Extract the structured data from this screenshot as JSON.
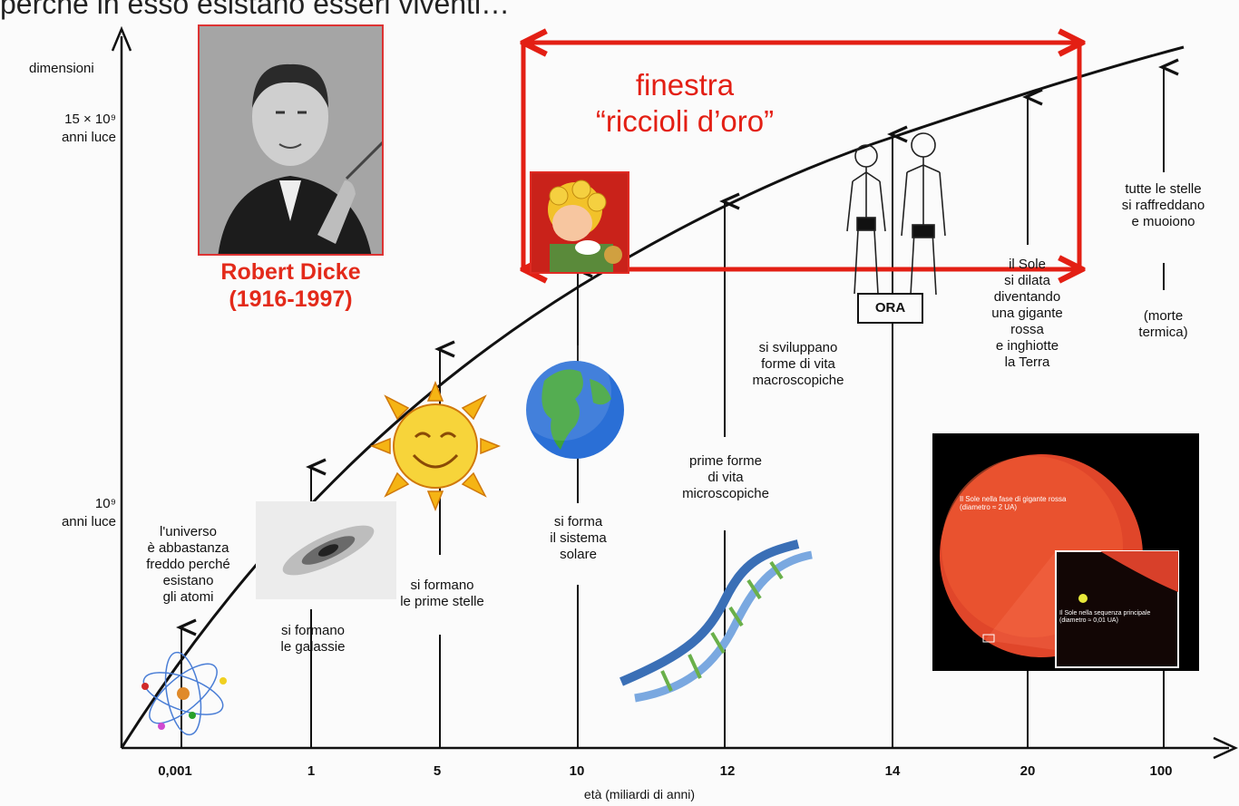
{
  "heading": "perché in esso esistano esseri viventi…",
  "y_axis": {
    "title": "dimensioni",
    "label_top_1": "15 × 10⁹",
    "label_top_2": "anni luce",
    "label_mid_1": "10⁹",
    "label_mid_2": "anni luce"
  },
  "x_axis": {
    "title": "età (miliardi di anni)",
    "ticks": [
      "0,001",
      "1",
      "5",
      "10",
      "12",
      "14",
      "20",
      "100"
    ]
  },
  "portrait": {
    "name": "Robert Dicke",
    "years": "(1916-1997)"
  },
  "window": {
    "line1": "finestra",
    "line2": "“riccioli d’oro”"
  },
  "events": {
    "atoms": [
      "l'universo",
      "è abbastanza",
      "freddo perché",
      "esistano",
      "gli atomi"
    ],
    "galaxies": [
      "si formano",
      "le galassie"
    ],
    "stars": [
      "si formano",
      "le prime stelle"
    ],
    "solar": [
      "si forma",
      "il sistema",
      "solare"
    ],
    "micro": [
      "prime forme",
      "di vita",
      "microscopiche"
    ],
    "macro": [
      "si sviluppano",
      "forme di vita",
      "macroscopiche"
    ],
    "now": "ORA",
    "redgiant": [
      "il Sole",
      "si dilata",
      "diventando",
      "una gigante",
      "rossa",
      "e inghiotte",
      "la Terra"
    ],
    "death": [
      "tutte le stelle",
      "si raffreddano",
      "e muoiono"
    ],
    "death_note": [
      "(morte",
      "termica)"
    ]
  },
  "redgiant_inset": {
    "caption_big_1": "Il Sole nella fase di gigante rossa",
    "caption_big_2": "(diametro ≈ 2 UA)",
    "caption_small_1": "Il Sole nella sequenza principale",
    "caption_small_2": "(diametro ≈ 0,01 UA)"
  },
  "colors": {
    "accent_red": "#e31f14",
    "ink": "#111111",
    "sun": "#f6c21a",
    "earth": "#2a6fd6"
  }
}
